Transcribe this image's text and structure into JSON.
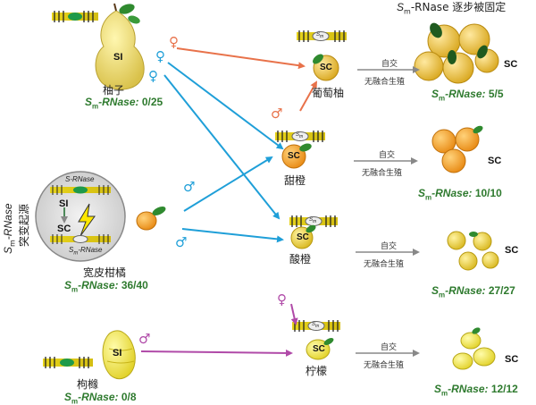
{
  "title": {
    "prefix": "S",
    "sub": "m",
    "suffix": "-RNase 逐步被固定"
  },
  "side_label": {
    "prefix": "S",
    "sub": "m",
    "mid": "-RNase",
    "rest": "突变起源"
  },
  "ratio_prefix": {
    "s": "S",
    "sub": "m",
    "tail": "-RNase: "
  },
  "pomelo": {
    "name": "柚子",
    "label": "SI",
    "ratio": "0/25"
  },
  "mandarin": {
    "name": "宽皮柑橘",
    "ratio": "36/40"
  },
  "citron": {
    "name": "枸橼",
    "label": "SI",
    "ratio": "0/8"
  },
  "circle": {
    "gene_top": "S-RNase",
    "si": "SI",
    "sc": "SC",
    "gene_bottom_s": "S",
    "gene_bottom_sub": "m",
    "gene_bottom_tail": "-RNase",
    "icon": "lightning-icon"
  },
  "gene_tag": {
    "s": "S",
    "sub": "m"
  },
  "hybrids": [
    {
      "name": "葡萄柚",
      "label": "SC"
    },
    {
      "name": "甜橙",
      "label": "SC"
    },
    {
      "name": "酸橙",
      "label": "SC"
    },
    {
      "name": "柠檬",
      "label": "SC"
    }
  ],
  "process": {
    "top": "自交",
    "bottom": "无融合生殖"
  },
  "outcomes": [
    {
      "label": "SC",
      "ratio": "5/5"
    },
    {
      "label": "SC",
      "ratio": "10/10"
    },
    {
      "label": "SC",
      "ratio": "27/27"
    },
    {
      "label": "SC",
      "ratio": "12/12"
    }
  ],
  "symbols": {
    "female": "♀",
    "male": "♂"
  },
  "colors": {
    "orange": "#e8724a",
    "blue": "#1f9fd8",
    "purple": "#b04aa8",
    "green": "#2e7a2e",
    "gray": "#888888"
  }
}
